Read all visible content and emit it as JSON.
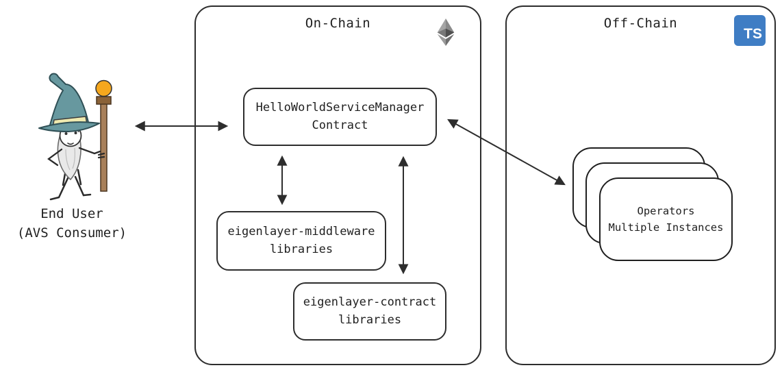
{
  "diagram": {
    "end_user": {
      "label_line1": "End User",
      "label_line2": "(AVS Consumer)",
      "figure": "wizard-character"
    },
    "on_chain": {
      "title": "On-Chain",
      "icon": "ethereum-icon",
      "service_manager_box": {
        "line1": "HelloWorldServiceManager",
        "line2": "Contract"
      },
      "middleware_box": {
        "line1": "eigenlayer-middleware",
        "line2": "libraries"
      },
      "contract_box": {
        "line1": "eigenlayer-contract",
        "line2": "libraries"
      }
    },
    "off_chain": {
      "title": "Off-Chain",
      "icon": "typescript-icon",
      "icon_label": "TS",
      "operators_box": {
        "line1": "Operators",
        "line2": "Multiple Instances"
      }
    },
    "arrows": [
      {
        "name": "arrow-enduser-servicemanager",
        "type": "bidirectional"
      },
      {
        "name": "arrow-servicemanager-middleware",
        "type": "bidirectional"
      },
      {
        "name": "arrow-servicemanager-contract",
        "type": "bidirectional"
      },
      {
        "name": "arrow-servicemanager-operators",
        "type": "bidirectional"
      }
    ]
  },
  "colors": {
    "stroke": "#2d2d2d",
    "text": "#1f1f1f",
    "background": "#ffffff",
    "typescript_blue": "#3f7dc4",
    "wizard_hat_teal": "#67989f",
    "wizard_band_yellow": "#efeab0",
    "staff_brown": "#a8805a",
    "orb_orange": "#f5a71d",
    "beard_gray": "#e9e9e9",
    "eth_gray_dark": "#5e5e5e",
    "eth_gray_mid": "#8a8a8a",
    "eth_gray_light": "#b2b2b2"
  }
}
